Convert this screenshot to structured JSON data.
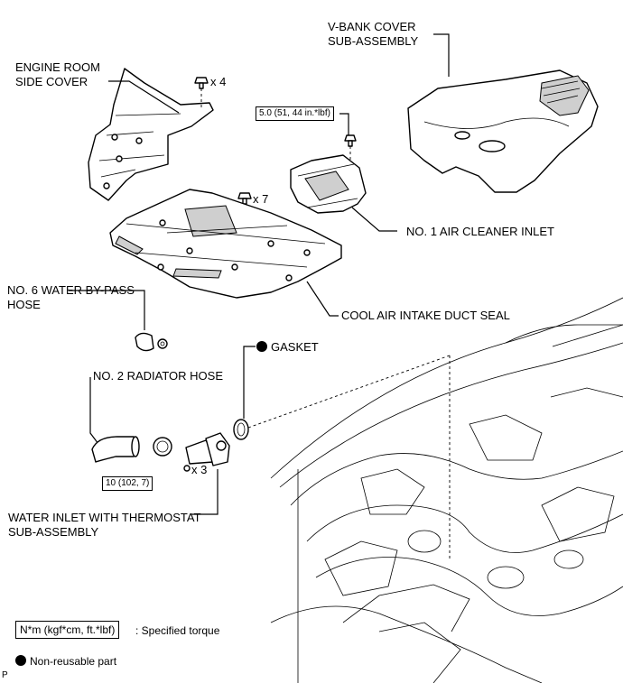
{
  "labels": {
    "v_bank_cover_1": "V-BANK COVER",
    "v_bank_cover_2": "SUB-ASSEMBLY",
    "engine_room_side_cover_1": "ENGINE ROOM",
    "engine_room_side_cover_2": "SIDE COVER",
    "no1_air_cleaner_inlet": "NO. 1 AIR CLEANER INLET",
    "cool_air_intake_duct_seal": "COOL AIR INTAKE DUCT SEAL",
    "no6_water_bypass_hose_1": "NO. 6 WATER BY-PASS",
    "no6_water_bypass_hose_2": "HOSE",
    "gasket": "GASKET",
    "no2_radiator_hose": "NO. 2 RADIATOR HOSE",
    "water_inlet_1": "WATER INLET WITH THERMOSTAT",
    "water_inlet_2": "SUB-ASSEMBLY"
  },
  "quantities": {
    "side_cover_bolts": "x 4",
    "duct_seal_clips": "x 7",
    "water_inlet_bolts": "x 3"
  },
  "torques": {
    "air_cleaner_inlet_bolt": "5.0 (51, 44 in.*lbf)",
    "water_inlet_bolts": "10 (102, 7)"
  },
  "legend": {
    "torque_unit": "N*m (kgf*cm, ft.*lbf)",
    "torque_desc": ": Specified torque",
    "non_reusable": "Non-reusable part"
  },
  "footer_code": "P"
}
